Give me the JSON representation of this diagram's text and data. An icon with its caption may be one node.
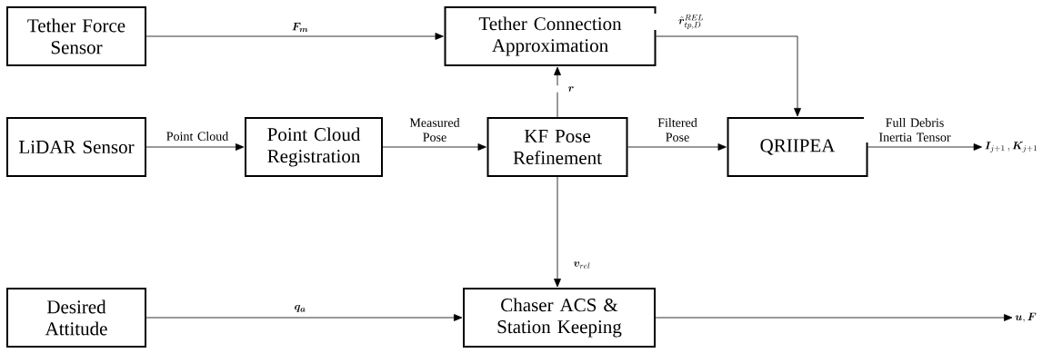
{
  "diagram": {
    "nodes": [
      {
        "text": [
          "Tether Force Sensor"
        ]
      },
      {
        "text": [
          "Tether Connection Approximation"
        ]
      },
      {
        "text": [
          "LiDAR Sensor"
        ]
      },
      {
        "text": [
          "Point Cloud Registration"
        ]
      },
      {
        "text": [
          "KF Pose Refinement"
        ]
      },
      {
        "text": [
          "QRIIPEA"
        ]
      },
      {
        "text": [
          "Desired Attitude"
        ]
      },
      {
        "text": [
          "Chaser ACS & Station Keeping"
        ]
      },
      {
        "text": [
          "\\bm{I}_{j+1}\\,,\\bm{K}_{j+1}"
        ]
      },
      {
        "text": [
          "\\bm{u},\\bm{F}"
        ]
      }
    ],
    "edges": [
      {
        "from": 0,
        "to": 1,
        "arrow": "to",
        "label": "\\bm{F_m}"
      },
      {
        "from": 1,
        "to": 5,
        "arrow": "to",
        "label": "\\tilde{\\bm{r}}^{REL}_{tp,D}"
      },
      {
        "from": 4,
        "to": 1,
        "arrow": "to",
        "label": "\\bm{r}"
      },
      {
        "from": 2,
        "to": 3,
        "arrow": "to",
        "label": "Point Cloud"
      },
      {
        "from": 3,
        "to": 4,
        "arrow": "to",
        "label": "Measured Pose"
      },
      {
        "from": 4,
        "to": 5,
        "arrow": "to",
        "label": "Filtered Pose"
      },
      {
        "from": 5,
        "to": 8,
        "arrow": "to",
        "label": "Full Debris Inertia Tensor"
      },
      {
        "from": 4,
        "to": 7,
        "arrow": "to",
        "label": "\\bm{v}_{rel}"
      },
      {
        "from": 6,
        "to": 7,
        "arrow": "to",
        "label": "\\bm{q_a}"
      },
      {
        "from": 7,
        "to": 9,
        "arrow": "to"
      }
    ]
  }
}
